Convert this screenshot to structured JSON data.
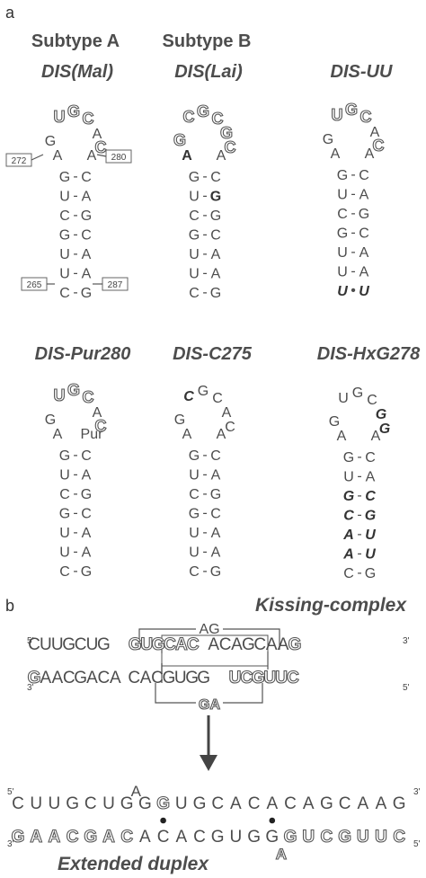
{
  "panel_a": {
    "label": "a",
    "subtype_a": "Subtype  A",
    "subtype_b": "Subtype  B",
    "structures": [
      {
        "name": "DIS(Mal)",
        "loop": [
          "G",
          "U",
          "G",
          "C",
          "A",
          "C",
          "A",
          "A"
        ],
        "stem": [
          [
            "G",
            "C"
          ],
          [
            "U",
            "A"
          ],
          [
            "C",
            "G"
          ],
          [
            "G",
            "C"
          ],
          [
            "U",
            "A"
          ],
          [
            "U",
            "A"
          ],
          [
            "C",
            "G"
          ]
        ],
        "numbers": [
          "272",
          "280",
          "265",
          "287"
        ]
      },
      {
        "name": "DIS(Lai)",
        "loop": [
          "G",
          "C",
          "G",
          "C",
          "G",
          "C",
          "A",
          "A"
        ],
        "stem": [
          [
            "G",
            "C"
          ],
          [
            "U",
            "G"
          ],
          [
            "C",
            "G"
          ],
          [
            "G",
            "C"
          ],
          [
            "U",
            "A"
          ],
          [
            "U",
            "A"
          ],
          [
            "C",
            "G"
          ]
        ]
      },
      {
        "name": "DIS-UU",
        "loop": [
          "G",
          "U",
          "G",
          "C",
          "A",
          "C",
          "A",
          "A"
        ],
        "stem": [
          [
            "G",
            "C"
          ],
          [
            "U",
            "A"
          ],
          [
            "C",
            "G"
          ],
          [
            "G",
            "C"
          ],
          [
            "U",
            "A"
          ],
          [
            "U",
            "A"
          ],
          [
            "U",
            "U"
          ]
        ]
      },
      {
        "name": "DIS-Pur280",
        "loop": [
          "G",
          "U",
          "G",
          "C",
          "A",
          "C",
          "A",
          "Pur"
        ],
        "stem": [
          [
            "G",
            "C"
          ],
          [
            "U",
            "A"
          ],
          [
            "C",
            "G"
          ],
          [
            "G",
            "C"
          ],
          [
            "U",
            "A"
          ],
          [
            "U",
            "A"
          ],
          [
            "C",
            "G"
          ]
        ]
      },
      {
        "name": "DIS-C275",
        "loop": [
          "G",
          "C",
          "G",
          "C",
          "A",
          "C",
          "A",
          "A"
        ],
        "stem": [
          [
            "G",
            "C"
          ],
          [
            "U",
            "A"
          ],
          [
            "C",
            "G"
          ],
          [
            "G",
            "C"
          ],
          [
            "U",
            "A"
          ],
          [
            "U",
            "A"
          ],
          [
            "C",
            "G"
          ]
        ]
      },
      {
        "name": "DIS-HxG278",
        "loop": [
          "G",
          "U",
          "G",
          "C",
          "G",
          "G",
          "A",
          "A"
        ],
        "stem": [
          [
            "G",
            "C"
          ],
          [
            "U",
            "A"
          ],
          [
            "G",
            "C"
          ],
          [
            "C",
            "G"
          ],
          [
            "A",
            "U"
          ],
          [
            "A",
            "U"
          ],
          [
            "C",
            "G"
          ]
        ]
      }
    ]
  },
  "panel_b": {
    "label": "b",
    "kissing_title": "Kissing-complex",
    "top_loop": "AG",
    "bottom_loop": "GA",
    "top_seq": [
      "C",
      "U",
      "U",
      "G",
      "C",
      "U",
      "G",
      "G",
      "U",
      "G",
      "C",
      "A",
      "C",
      "A",
      "C",
      "A",
      "G",
      "C",
      "A",
      "A",
      "G"
    ],
    "bottom_seq": [
      "G",
      "A",
      "A",
      "C",
      "G",
      "A",
      "C",
      "A",
      "C",
      "A",
      "C",
      "G",
      "U",
      "G",
      "G",
      "U",
      "C",
      "G",
      "U",
      "U",
      "C"
    ],
    "five_prime": "5'",
    "three_prime": "3'",
    "extended_top": [
      "C",
      "U",
      "U",
      "G",
      "C",
      "U",
      "G",
      "G",
      "G",
      "U",
      "G",
      "C",
      "A",
      "C",
      "A",
      "C",
      "A",
      "G",
      "C",
      "A",
      "A",
      "G"
    ],
    "extended_bottom": [
      "G",
      "A",
      "A",
      "C",
      "G",
      "A",
      "C",
      "A",
      "C",
      "A",
      "C",
      "G",
      "U",
      "G",
      "G",
      "G",
      "U",
      "C",
      "G",
      "U",
      "U",
      "C"
    ],
    "bulge_top": "A",
    "bulge_bottom": "A",
    "extended_title": "Extended  duplex"
  }
}
